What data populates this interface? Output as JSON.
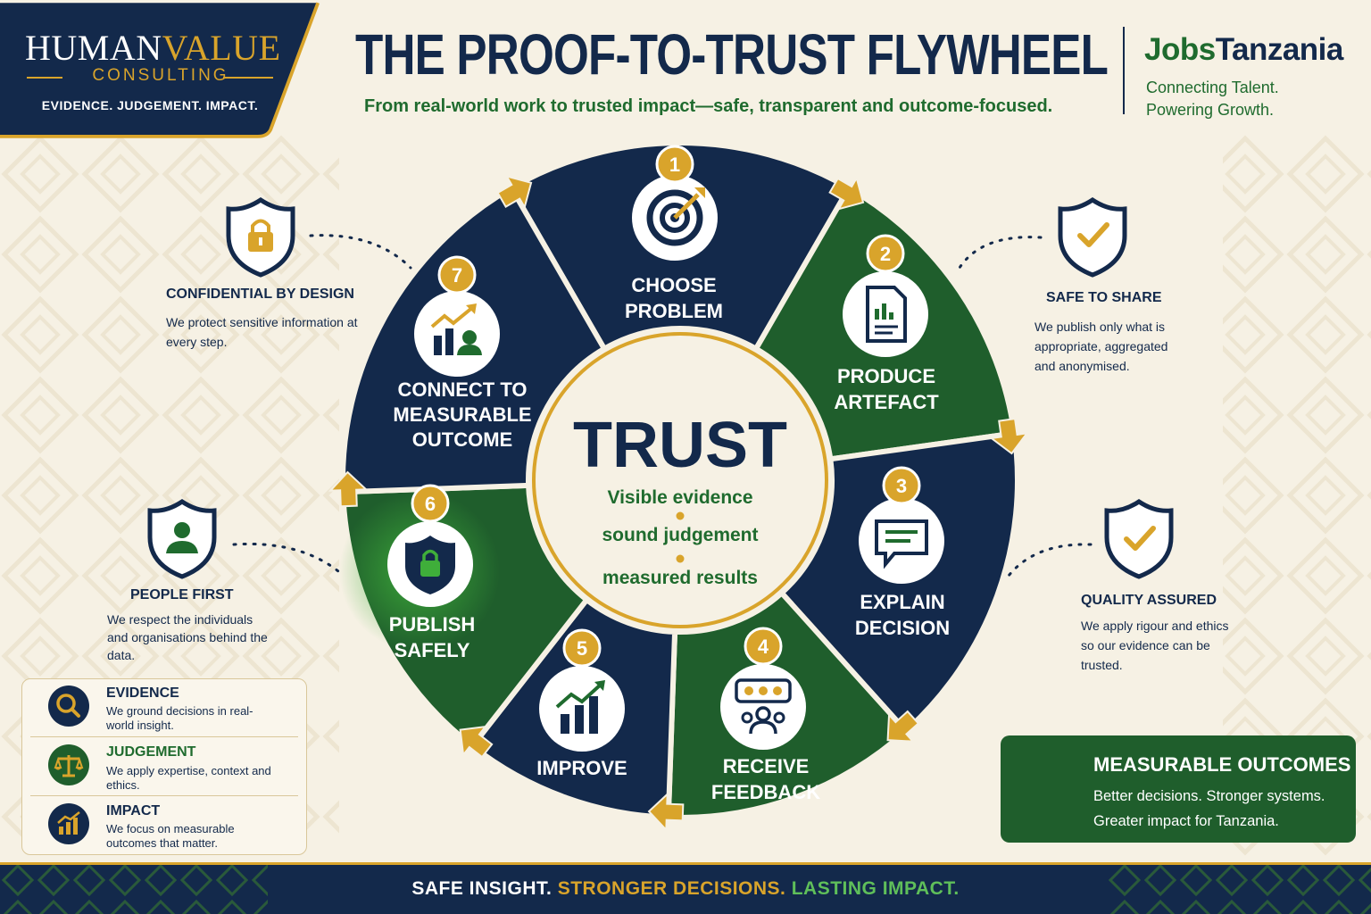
{
  "brand": {
    "name_part1": "HUMAN",
    "name_part2": "VALUE",
    "sub": "CONSULTING",
    "tagline": "EVIDENCE. JUDGEMENT. IMPACT."
  },
  "header": {
    "title": "THE PROOF-TO-TRUST FLYWHEEL",
    "subtitle": "From real-world work to trusted impact—safe, transparent and outcome-focused."
  },
  "partner": {
    "name_part1": "Jobs",
    "name_part2": "Tanzania",
    "line1": "Connecting Talent.",
    "line2": "Powering Growth."
  },
  "hub": {
    "title": "TRUST",
    "lines": [
      "Visible evidence",
      "sound judgement",
      "measured results"
    ]
  },
  "steps": [
    {
      "num": "1",
      "line1": "CHOOSE",
      "line2": "PROBLEM",
      "line3": "",
      "icon": "target-icon"
    },
    {
      "num": "2",
      "line1": "PRODUCE",
      "line2": "ARTEFACT",
      "line3": "",
      "icon": "document-chart-icon"
    },
    {
      "num": "3",
      "line1": "EXPLAIN",
      "line2": "DECISION",
      "line3": "",
      "icon": "speech-bubble-icon"
    },
    {
      "num": "4",
      "line1": "RECEIVE",
      "line2": "FEEDBACK",
      "line3": "",
      "icon": "rating-people-icon"
    },
    {
      "num": "5",
      "line1": "IMPROVE",
      "line2": "",
      "line3": "",
      "icon": "growth-chart-icon"
    },
    {
      "num": "6",
      "line1": "PUBLISH",
      "line2": "SAFELY",
      "line3": "",
      "icon": "shield-lock-icon"
    },
    {
      "num": "7",
      "line1": "CONNECT TO",
      "line2": "MEASURABLE",
      "line3": "OUTCOME",
      "icon": "growth-person-icon"
    }
  ],
  "callouts": {
    "confidential": {
      "title": "CONFIDENTIAL BY DESIGN",
      "text": "We protect sensitive information at every step."
    },
    "people": {
      "title": "PEOPLE FIRST",
      "text": "We respect the individuals and organisations behind the data."
    },
    "safe": {
      "title": "SAFE TO SHARE",
      "text": "We publish only what is appropriate, aggregated and anonymised."
    },
    "quality": {
      "title": "QUALITY ASSURED",
      "text": "We apply rigour and ethics so our evidence can be trusted."
    }
  },
  "legend": [
    {
      "title": "EVIDENCE",
      "text": "We ground decisions in real-world insight.",
      "icon": "magnifier-icon"
    },
    {
      "title": "JUDGEMENT",
      "text": "We apply expertise, context and ethics.",
      "icon": "scales-icon"
    },
    {
      "title": "IMPACT",
      "text": "We focus on measurable outcomes that matter.",
      "icon": "bar-chart-icon"
    }
  ],
  "outcomes": {
    "title": "MEASURABLE OUTCOMES",
    "line1": "Better decisions. Stronger systems.",
    "line2": "Greater impact for Tanzania."
  },
  "footer": {
    "part1": "SAFE INSIGHT. ",
    "part2": "STRONGER DECISIONS. ",
    "part3": "LASTING IMPACT."
  },
  "colors": {
    "navy": "#13294b",
    "green": "#1f5e2c",
    "gold": "#d9a42b",
    "cream": "#f6f1e4"
  }
}
